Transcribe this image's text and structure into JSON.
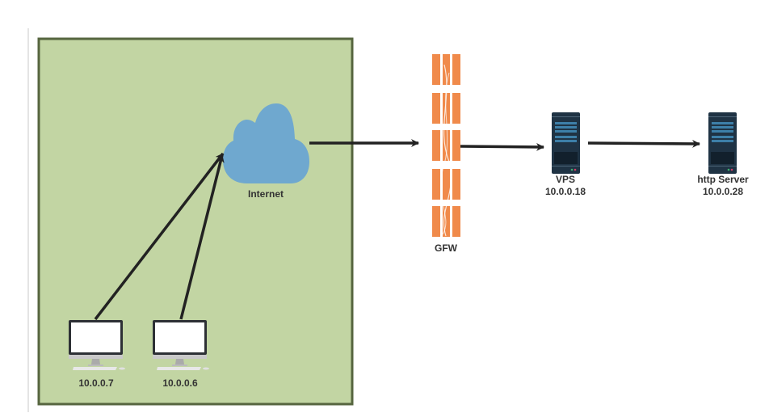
{
  "nodes": {
    "internet": {
      "label": "Internet",
      "icon": "cloud-icon",
      "color": "#6fa8cf"
    },
    "gfw": {
      "label": "GFW",
      "icon": "firewall-icon",
      "color": "#f08a4b"
    },
    "vps": {
      "label": "VPS",
      "ip": "10.0.0.18",
      "icon": "server-icon"
    },
    "http_server": {
      "label": "http Server",
      "ip": "10.0.0.28",
      "icon": "server-icon"
    },
    "client1": {
      "ip": "10.0.0.7",
      "icon": "desktop-icon"
    },
    "client2": {
      "ip": "10.0.0.6",
      "icon": "desktop-icon"
    }
  },
  "network_zone": {
    "color": "#c2d5a3",
    "border": "#56653f"
  },
  "edges": [
    {
      "from": "client1",
      "to": "internet"
    },
    {
      "from": "client2",
      "to": "internet"
    },
    {
      "from": "internet",
      "to": "gfw"
    },
    {
      "from": "gfw",
      "to": "vps"
    },
    {
      "from": "vps",
      "to": "http_server"
    }
  ]
}
